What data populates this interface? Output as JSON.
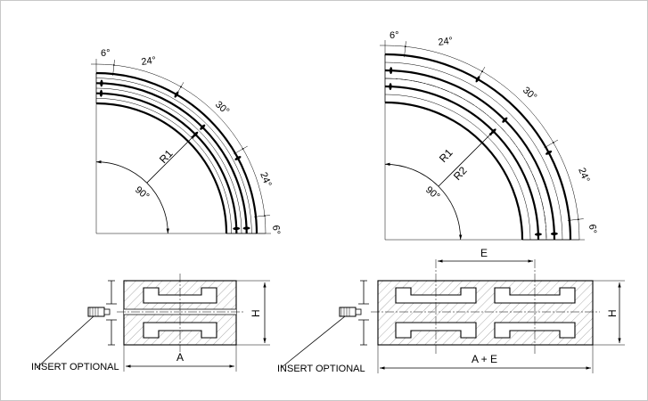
{
  "left_bend": {
    "angles": {
      "edge_top": "6°",
      "seg1": "24°",
      "seg2": "30°",
      "seg3": "24°",
      "edge_end": "6°"
    },
    "radius": "R1",
    "sweep": "90°"
  },
  "right_bend": {
    "angles": {
      "edge_top": "6°",
      "seg1": "24°",
      "seg2": "30°",
      "seg3": "24°",
      "edge_end": "6°"
    },
    "radius_inner": "R1",
    "radius_outer": "R2",
    "sweep": "90°"
  },
  "left_section": {
    "insert_label": "INSERT OPTIONAL",
    "width_label": "A",
    "height_label": "H"
  },
  "right_section": {
    "insert_label": "INSERT OPTIONAL",
    "width_label": "A + E",
    "offset_label": "E",
    "height_label": "H"
  }
}
